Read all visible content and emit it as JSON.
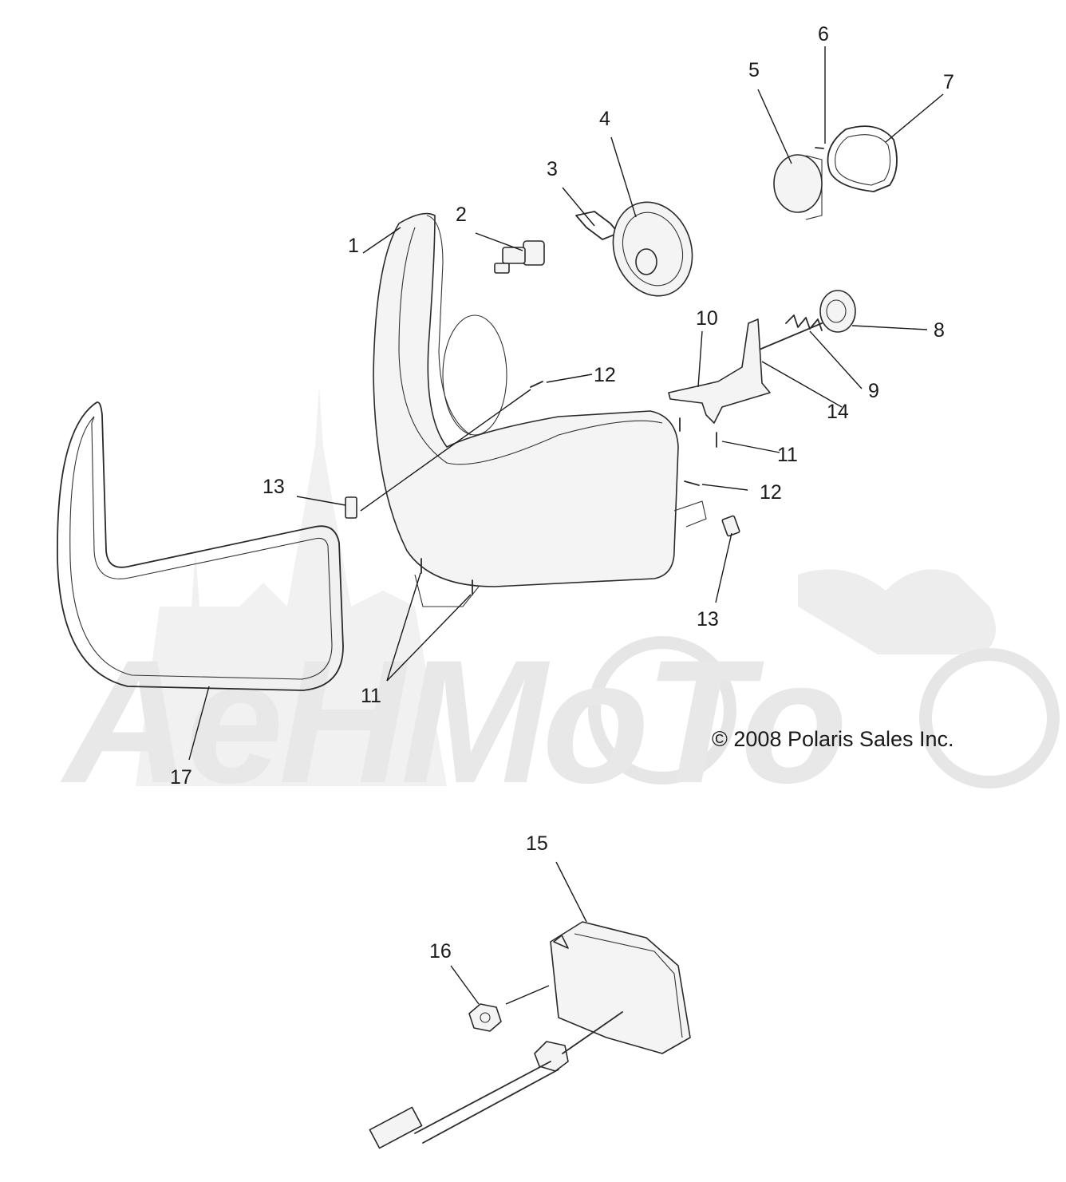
{
  "callouts": [
    {
      "id": "c1",
      "label": "1"
    },
    {
      "id": "c2",
      "label": "2"
    },
    {
      "id": "c3",
      "label": "3"
    },
    {
      "id": "c4",
      "label": "4"
    },
    {
      "id": "c5",
      "label": "5"
    },
    {
      "id": "c6",
      "label": "6"
    },
    {
      "id": "c7",
      "label": "7"
    },
    {
      "id": "c8",
      "label": "8"
    },
    {
      "id": "c9",
      "label": "9"
    },
    {
      "id": "c10",
      "label": "10"
    },
    {
      "id": "c11a",
      "label": "11"
    },
    {
      "id": "c11b",
      "label": "11"
    },
    {
      "id": "c12a",
      "label": "12"
    },
    {
      "id": "c12b",
      "label": "12"
    },
    {
      "id": "c13a",
      "label": "13"
    },
    {
      "id": "c13b",
      "label": "13"
    },
    {
      "id": "c14",
      "label": "14"
    },
    {
      "id": "c15",
      "label": "15"
    },
    {
      "id": "c16",
      "label": "16"
    },
    {
      "id": "c17",
      "label": "17"
    }
  ],
  "copyright": "© 2008 Polaris Sales Inc.",
  "watermark": {
    "text": "AeHMoTo"
  },
  "colors": {
    "line": "#1a1a1a",
    "watermark": "#e6e6e6",
    "background": "#ffffff"
  }
}
